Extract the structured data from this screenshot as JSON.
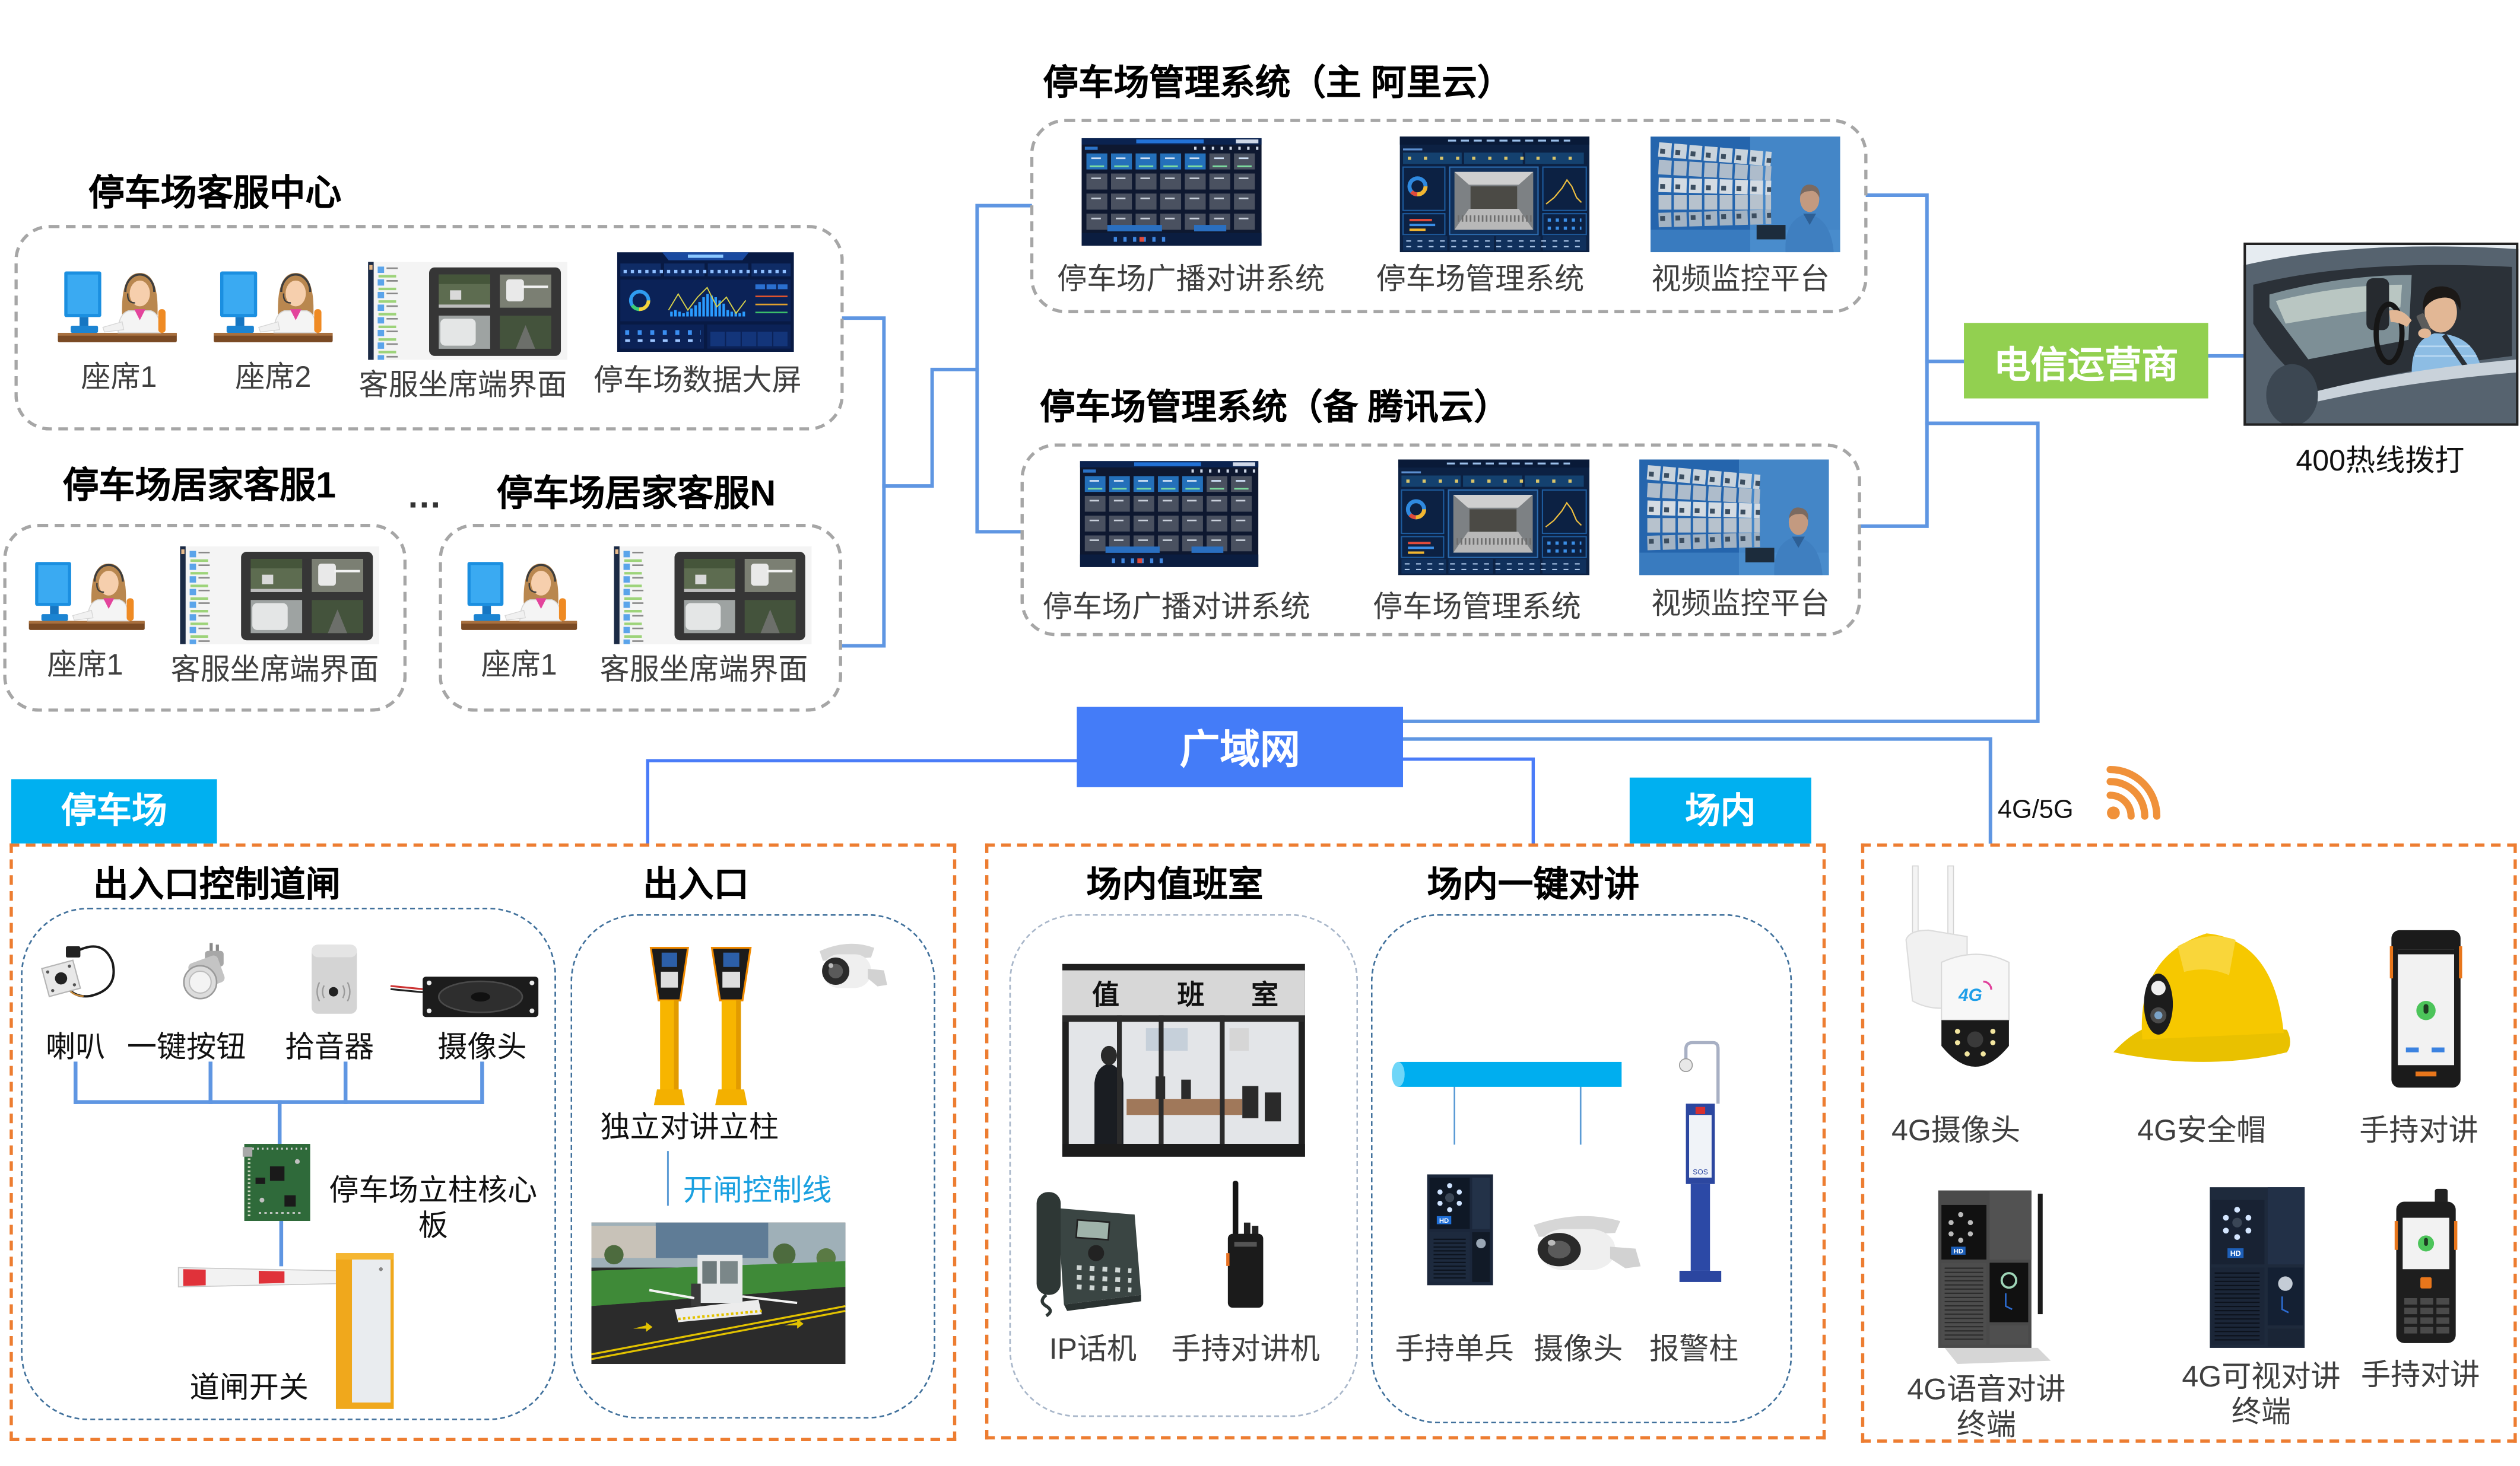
{
  "customer_center": {
    "title": "停车场客服中心",
    "seats": [
      {
        "label": "座席1",
        "icon": "agent-seat-icon"
      },
      {
        "label": "座席2",
        "icon": "agent-seat-icon"
      }
    ],
    "agent_ui": {
      "label": "客服坐席端界面",
      "icon": "agent-console-screenshot"
    },
    "data_screen": {
      "label": "停车场数据大屏",
      "icon": "data-dashboard-screenshot"
    }
  },
  "home_service": {
    "ellipsis": "…",
    "groups": [
      {
        "title": "停车场居家客服1",
        "seat": "座席1",
        "agent_ui": "客服坐席端界面"
      },
      {
        "title": "停车场居家客服N",
        "seat": "座席1",
        "agent_ui": "客服坐席端界面"
      }
    ]
  },
  "cloud_systems": [
    {
      "title": "停车场管理系统（主 阿里云）",
      "modules": [
        "停车场广播对讲系统",
        "停车场管理系统",
        "视频监控平台"
      ]
    },
    {
      "title": "停车场管理系统（备 腾讯云）",
      "modules": [
        "停车场广播对讲系统",
        "停车场管理系统",
        "视频监控平台"
      ]
    }
  ],
  "telecom": {
    "label": "电信运营商"
  },
  "hotline": {
    "label": "400热线拨打",
    "icon": "driver-calling-photo"
  },
  "wan": {
    "label": "广域网"
  },
  "parking": {
    "tag": "停车场",
    "gate_control": {
      "title": "出入口控制道闸",
      "devices": [
        {
          "label": "喇叭",
          "icon": "cable-module-icon"
        },
        {
          "label": "一键按钮",
          "icon": "push-button-icon"
        },
        {
          "label": "拾音器",
          "icon": "sound-pickup-icon"
        },
        {
          "label": "摄像头",
          "icon": "speaker-icon"
        }
      ],
      "core_board": "停车场立柱核心板",
      "barrier": "道闸开关"
    },
    "entrance": {
      "title": "出入口",
      "pillar": "独立对讲立柱",
      "control_line": "开闸控制线"
    }
  },
  "onsite": {
    "tag": "场内",
    "duty_room": {
      "title": "场内值班室",
      "sign": [
        "值",
        "班",
        "室"
      ],
      "devices": [
        "IP话机",
        "手持对讲机"
      ]
    },
    "one_key_intercom": {
      "title": "场内一键对讲",
      "devices": [
        "手持单兵",
        "摄像头",
        "报警柱"
      ]
    }
  },
  "mobile": {
    "network": "4G/5G",
    "devices": [
      {
        "label": "4G摄像头"
      },
      {
        "label": "4G安全帽"
      },
      {
        "label": "手持对讲"
      },
      {
        "label": "4G语音对讲终端"
      },
      {
        "label": "4G可视对讲终端"
      },
      {
        "label": "手持对讲"
      }
    ]
  },
  "image_text": {
    "camera_logo": "4G",
    "terminal_badge": "HD",
    "alarm_pole": "SOS"
  },
  "colors": {
    "connector": "#5F96E2",
    "wan_line": "#4A7CF8",
    "wan": "#447CF8",
    "telecom": "#92D050",
    "zone_tag": "#00B0F0",
    "zone_border": "#ED7D31",
    "group_border": "#41719C",
    "system_border": "#A6A6A6",
    "control_line_text": "#1AA0E0",
    "wifi": "#F0913A"
  }
}
